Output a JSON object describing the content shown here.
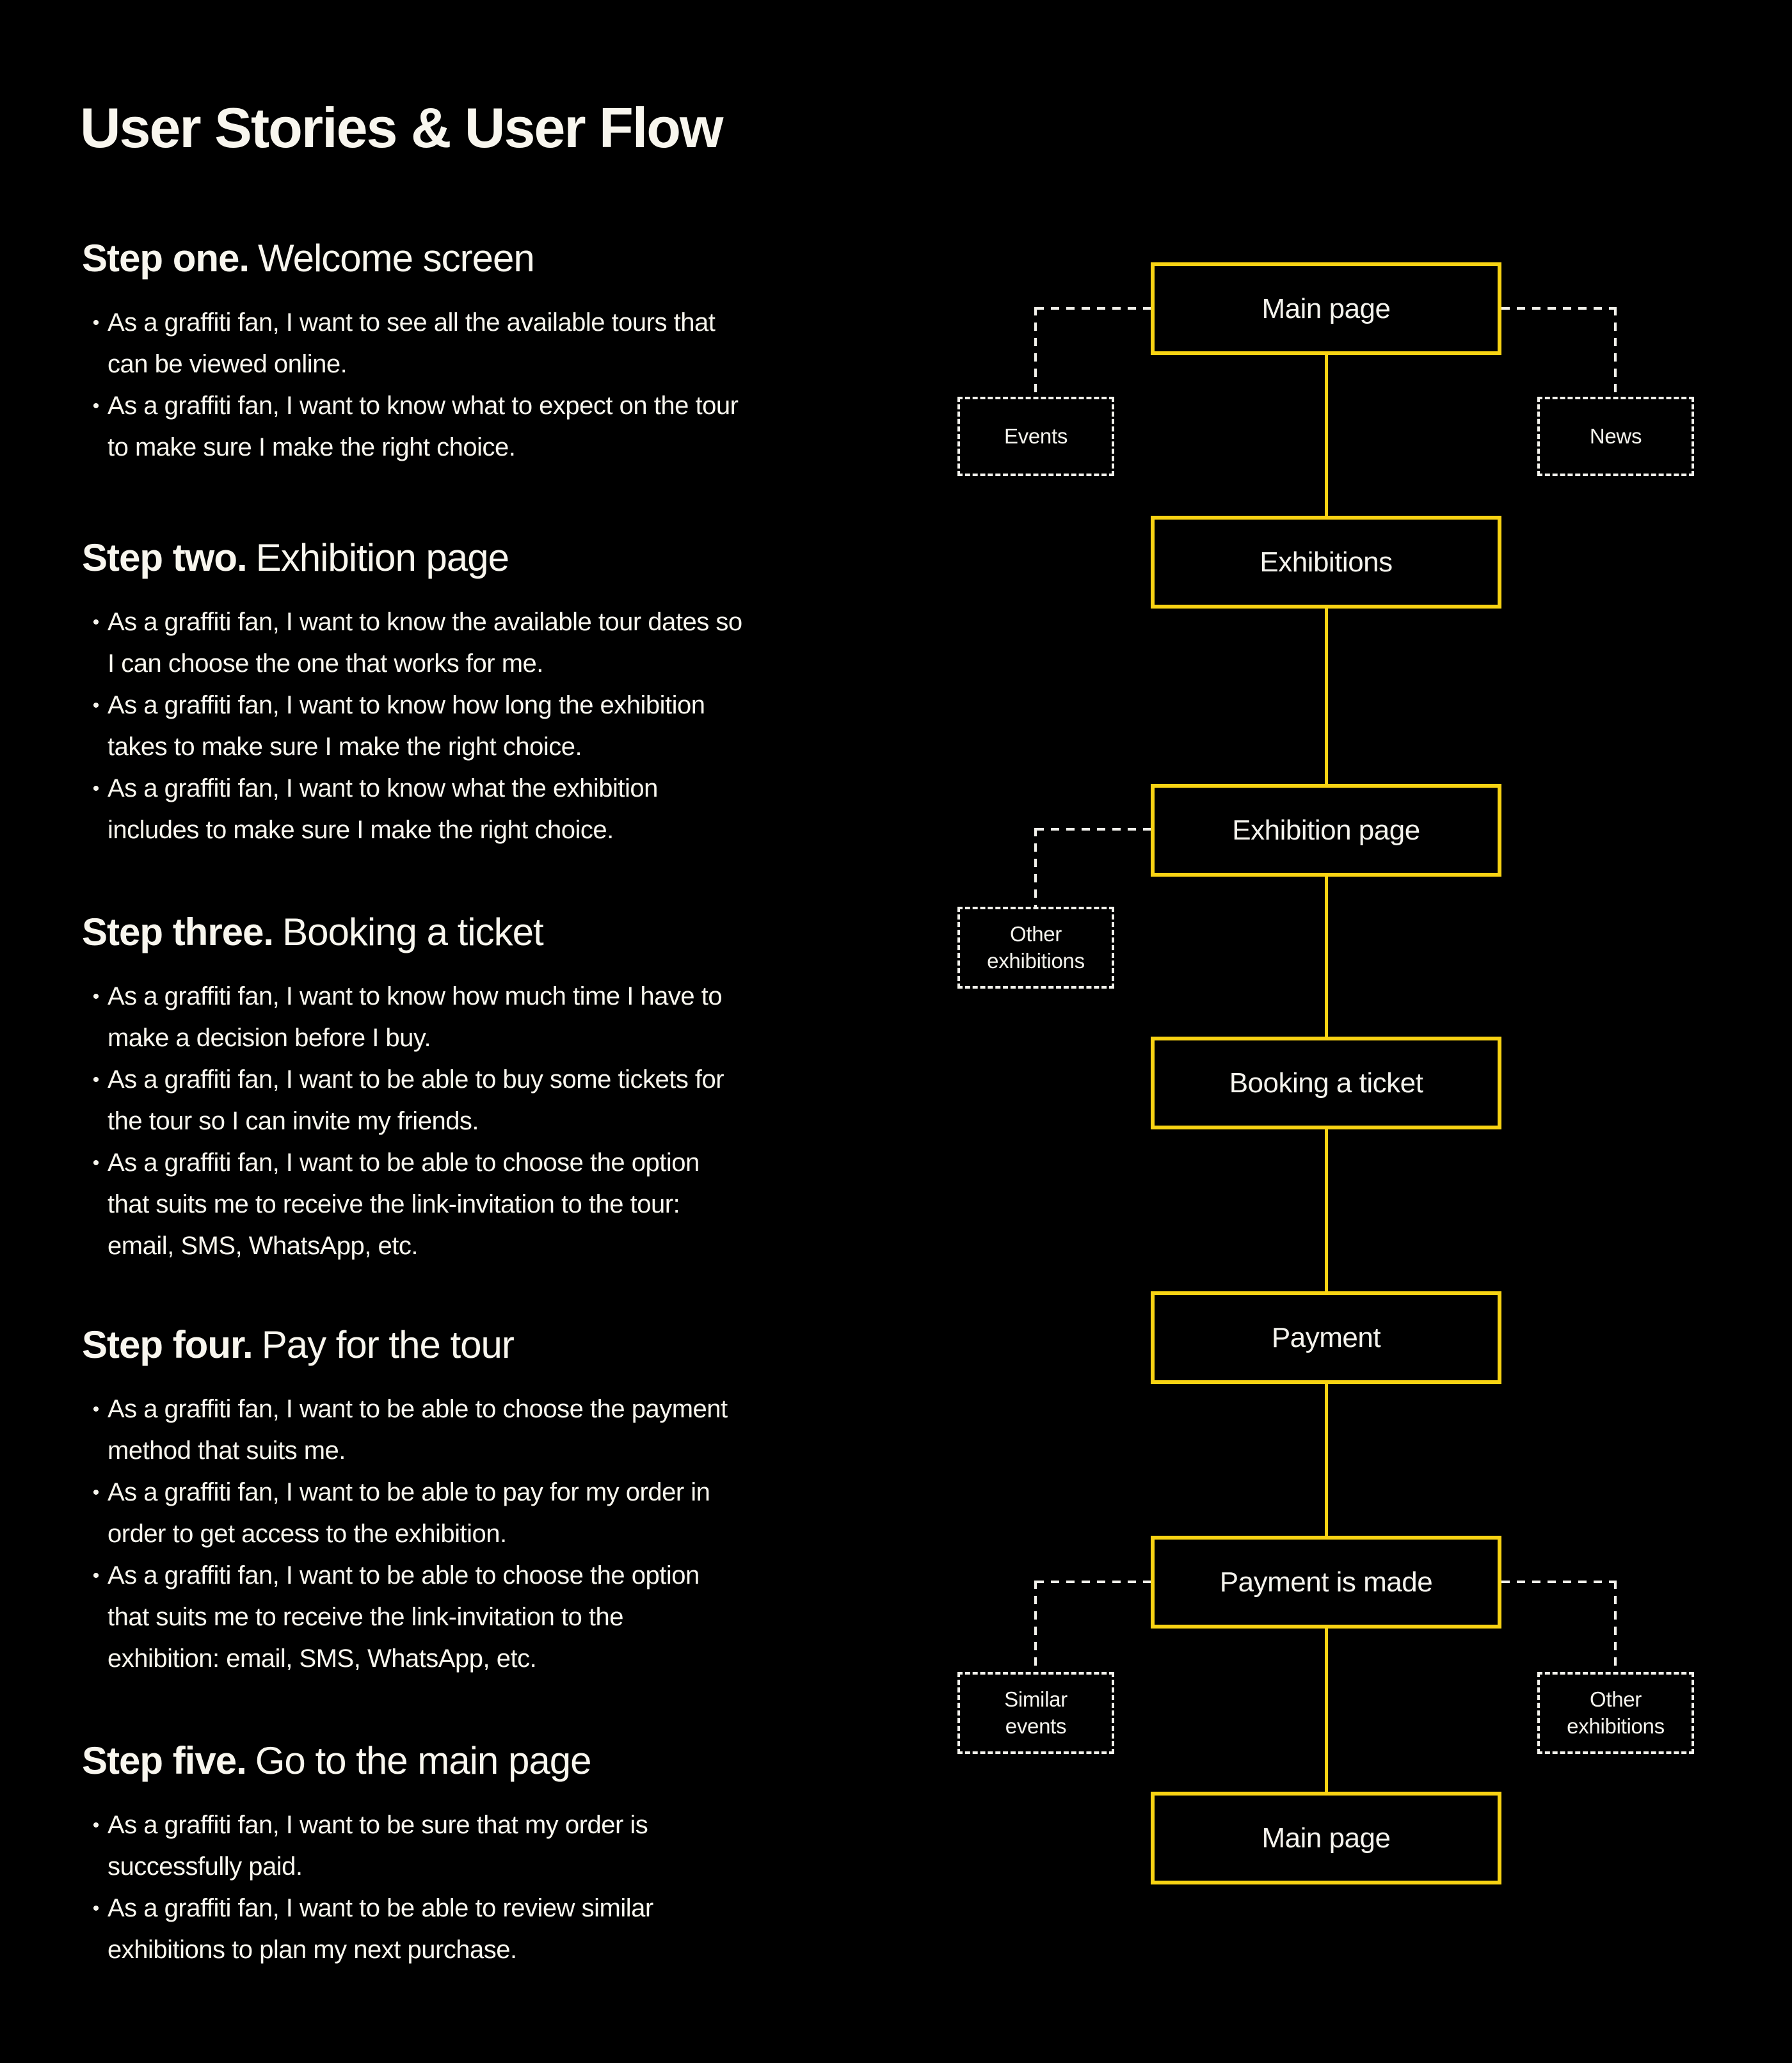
{
  "theme": {
    "background": "#000000",
    "text_cream": "#F8F6EE",
    "label_white": "#F4F3ED",
    "accent_yellow": "#F8D313",
    "dash_white": "#F2F1EB"
  },
  "glyphs": {
    "bullet": "•"
  },
  "header": {
    "title": "User Stories & User Flow"
  },
  "steps": [
    {
      "label": "Step one.",
      "title": "Welcome screen",
      "bullets": [
        "As a graffiti fan, I want to see all the available tours that\ncan be viewed online.",
        "As a graffiti fan, I want to know what to expect on the tour\nto make sure I make the right choice."
      ]
    },
    {
      "label": "Step two.",
      "title": "Exhibition page",
      "bullets": [
        "As a graffiti fan, I want to know the available tour dates so\nI can choose the one that works for me.",
        "As a graffiti fan, I want to know how long the exhibition\ntakes to make sure I make the right choice.",
        "As a graffiti fan, I want to know what the exhibition\nincludes to make sure I make the right choice."
      ]
    },
    {
      "label": "Step three.",
      "title": "Booking a ticket",
      "bullets": [
        "As a graffiti fan, I want to know how much time I have to\nmake a decision before I buy.",
        "As a graffiti fan, I want to be able to buy some tickets for\nthe tour so I can invite my friends.",
        "As a graffiti fan, I want to be able to choose the option\nthat suits me to receive the link-invitation to the tour:\nemail, SMS, WhatsApp, etc."
      ]
    },
    {
      "label": "Step four.",
      "title": "Pay for the tour",
      "bullets": [
        "As a graffiti fan, I want to be able to choose the payment\nmethod that suits me.",
        "As a graffiti fan, I want to be able to pay for my order in\norder to get access to the exhibition.",
        "As a graffiti fan, I want to be able to choose the option\nthat suits me to receive the link-invitation to the\nexhibition: email, SMS, WhatsApp, etc."
      ]
    },
    {
      "label": "Step five.",
      "title": "Go to the main page",
      "bullets": [
        "As a graffiti fan, I want to be sure that my order is\nsuccessfully paid.",
        "As a graffiti fan, I want to be able to review similar\nexhibitions to plan my next purchase."
      ]
    }
  ],
  "flow": {
    "main_nodes": [
      {
        "label": "Main page"
      },
      {
        "label": "Exhibitions"
      },
      {
        "label": "Exhibition page"
      },
      {
        "label": "Booking a ticket"
      },
      {
        "label": "Payment"
      },
      {
        "label": "Payment is made"
      },
      {
        "label": "Main page"
      }
    ],
    "side_nodes": [
      {
        "label": "Events"
      },
      {
        "label": "News"
      },
      {
        "label": "Other\nexhibitions"
      },
      {
        "label": "Similar\nevents"
      },
      {
        "label": "Other\nexhibitions"
      }
    ]
  }
}
